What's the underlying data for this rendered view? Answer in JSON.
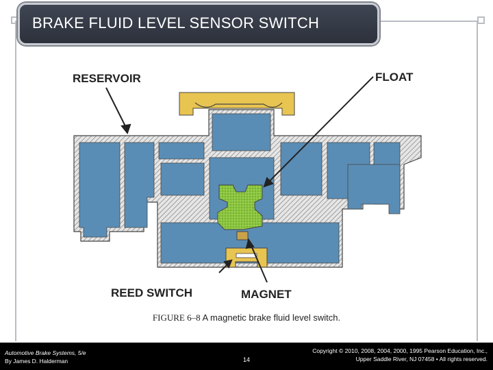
{
  "title": "BRAKE FLUID LEVEL SENSOR SWITCH",
  "labels": {
    "reservoir": "RESERVOIR",
    "float": "FLOAT",
    "reed_switch": "REED SWITCH",
    "magnet": "MAGNET"
  },
  "caption": {
    "figure": "FIGURE 6–8",
    "text": " A magnetic brake fluid level switch."
  },
  "footer": {
    "book": "Automotive Brake Systems, 5/e",
    "author": "By James D. Halderman",
    "page": "14",
    "copyright_line1": "Copyright © 2010, 2008, 2004, 2000, 1995 Pearson Education, Inc.,",
    "copyright_line2": "Upper Saddle River, NJ 07458 • All rights reserved."
  },
  "colors": {
    "title_bar": "#353a45",
    "fluid": "#5a8db5",
    "cap": "#e8c451",
    "float": "#8cc63f",
    "footer": "#000000"
  }
}
